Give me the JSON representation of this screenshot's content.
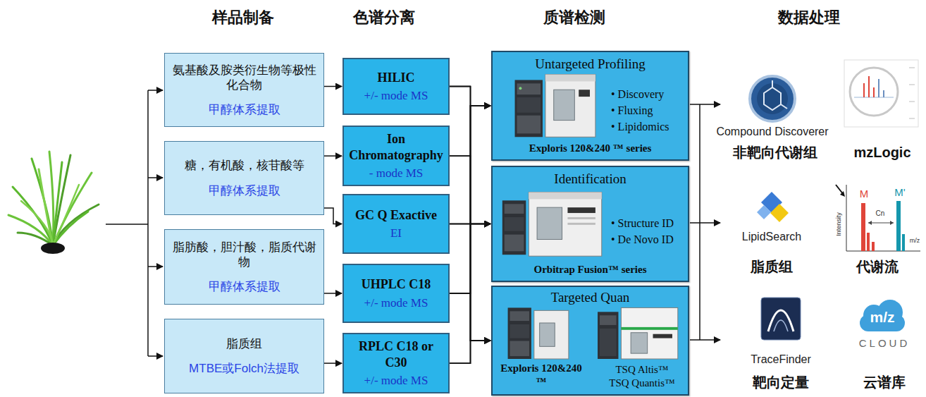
{
  "diagram": {
    "nodes": [
      {
        "text": [
          "氨基酸及胺类衍生物等极性化合物",
          "甲醇体系提取"
        ]
      },
      {
        "text": [
          "糖，有机酸，核苷酸等",
          "甲醇体系提取"
        ]
      },
      {
        "text": [
          "脂肪酸，胆汁酸，脂质代谢物",
          "甲醇体系提取"
        ]
      },
      {
        "text": [
          "脂质组",
          "MTBE或Folch法提取"
        ]
      },
      {
        "text": [
          "HILIC",
          "+/- mode MS"
        ]
      },
      {
        "text": [
          "Ion Chromatography",
          "- mode MS"
        ]
      },
      {
        "text": [
          "GC Q Exactive",
          "EI"
        ]
      },
      {
        "text": [
          "UHPLC C18",
          "+/- mode MS"
        ]
      },
      {
        "text": [
          "RPLC C18 or C30",
          "+/- mode MS"
        ]
      },
      {
        "text": [
          "Untargeted Profiling",
          "• Discovery",
          "• Fluxing",
          "• Lipidomics",
          "Exploris 120&240 ™ series"
        ]
      },
      {
        "text": [
          "Identification",
          "• Structure ID",
          "• De Novo ID",
          "Orbitrap Fusion™ series"
        ]
      },
      {
        "text": [
          "Targeted Quan",
          "Exploris 120&240 ™",
          "TSQ Altis™ TSQ Quantis™"
        ]
      }
    ],
    "edges": [
      {
        "from": 0,
        "to": 4,
        "arrow": "to"
      },
      {
        "from": 1,
        "to": 5,
        "arrow": "to"
      },
      {
        "from": 1,
        "to": 6,
        "arrow": "to"
      },
      {
        "from": 2,
        "to": 7,
        "arrow": "to"
      },
      {
        "from": 3,
        "to": 8,
        "arrow": "to"
      },
      {
        "from": 4,
        "to": 9,
        "arrow": "to"
      },
      {
        "from": 4,
        "to": 10,
        "arrow": "to"
      },
      {
        "from": 4,
        "to": 11,
        "arrow": "to"
      },
      {
        "from": 5,
        "to": 9,
        "arrow": "to"
      },
      {
        "from": 5,
        "to": 10,
        "arrow": "to"
      },
      {
        "from": 5,
        "to": 11,
        "arrow": "to"
      },
      {
        "from": 6,
        "to": 9,
        "arrow": "to"
      },
      {
        "from": 6,
        "to": 10,
        "arrow": "to"
      },
      {
        "from": 6,
        "to": 11,
        "arrow": "to"
      },
      {
        "from": 7,
        "to": 9,
        "arrow": "to"
      },
      {
        "from": 7,
        "to": 10,
        "arrow": "to"
      },
      {
        "from": 7,
        "to": 11,
        "arrow": "to"
      },
      {
        "from": 8,
        "to": 9,
        "arrow": "to"
      },
      {
        "from": 8,
        "to": 10,
        "arrow": "to"
      },
      {
        "from": 8,
        "to": 11,
        "arrow": "to"
      }
    ],
    "labels": [
      "样品制备",
      "色谱分离",
      "质谱检测",
      "数据处理",
      "Compound Discoverer",
      "非靶向代谢组",
      "mzLogic",
      "LipidSearch",
      "脂质组",
      "M",
      "M'",
      "Cn",
      "Intensity",
      "m/z",
      "代谢流",
      "TraceFinder",
      "靶向定量",
      "m/z",
      "CLOUD",
      "云谱库"
    ]
  }
}
